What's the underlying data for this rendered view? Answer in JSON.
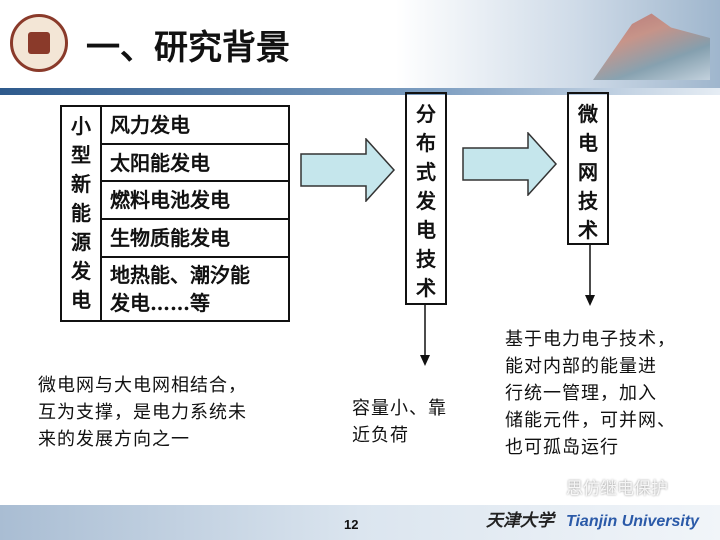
{
  "header": {
    "title": "一、研究背景"
  },
  "table": {
    "category": [
      "小",
      "型",
      "新",
      "能",
      "源",
      "发",
      "电"
    ],
    "rows": [
      "风力发电",
      "太阳能发电",
      "燃料电池发电",
      "生物质能发电",
      "地热能、潮汐能",
      "发电……等"
    ]
  },
  "box_distributed": {
    "chars": [
      "分",
      "布",
      "式",
      "发",
      "电",
      "技",
      "术"
    ]
  },
  "box_microgrid": {
    "chars": [
      "微",
      "电",
      "网",
      "技",
      "术"
    ]
  },
  "notes": {
    "left": [
      "微电网与大电网相结合，",
      "互为支撑，是电力系统未",
      "来的发展方向之一"
    ],
    "middle": [
      "容量小、靠",
      "近负荷"
    ],
    "right": [
      "基于电力电子技术，",
      "能对内部的能量进",
      "行统一管理，加入",
      "储能元件，可并网、",
      "也可孤岛运行"
    ]
  },
  "footer": {
    "page": "12",
    "university_cn": "天津大学",
    "university_en": "Tianjin University",
    "watermark": "思仿继电保护"
  },
  "colors": {
    "arrow_fill": "#c5e6ec",
    "accent": "#2b5aa8"
  }
}
